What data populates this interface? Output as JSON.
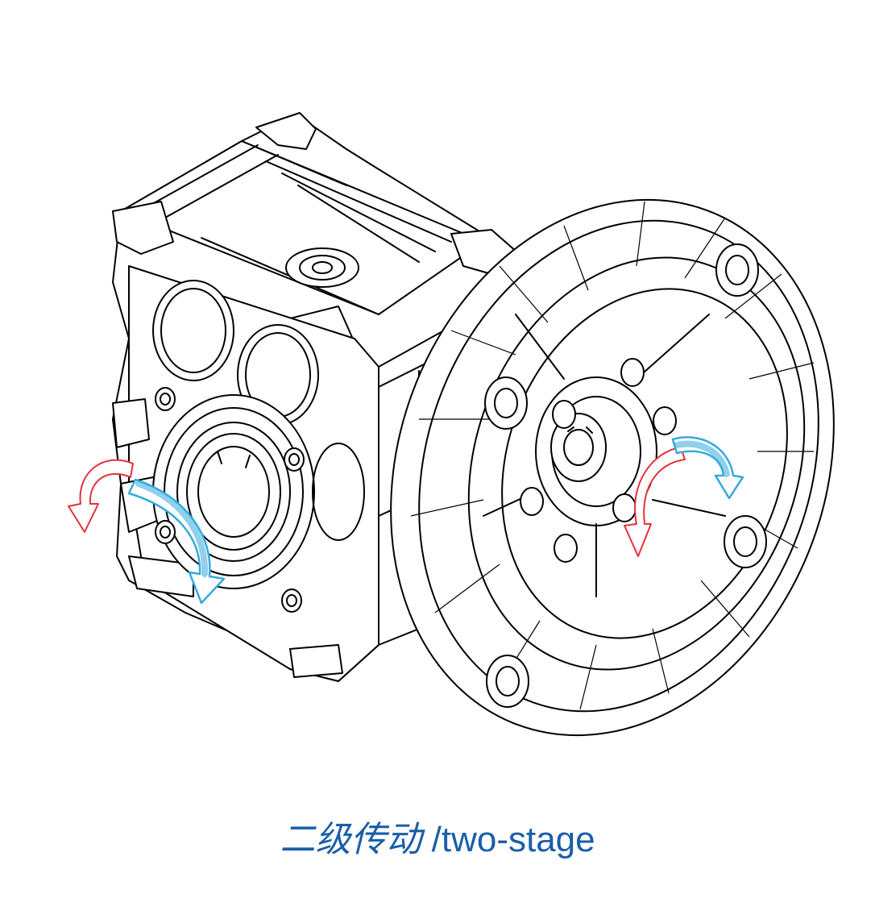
{
  "caption": {
    "zh": "二级传动",
    "sep": " /",
    "en": "two-stage"
  },
  "colors": {
    "caption": "#1a5ea8",
    "arrow_red": "#e3313a",
    "arrow_blue": "#35a9dd",
    "line": "#000000",
    "background": "#ffffff"
  },
  "icons": {
    "rotation_left_red": "curved-arrow-counterclockwise",
    "rotation_left_blue": "curved-arrow-clockwise",
    "rotation_right_red": "curved-arrow-counterclockwise",
    "rotation_right_blue": "curved-arrow-clockwise"
  }
}
